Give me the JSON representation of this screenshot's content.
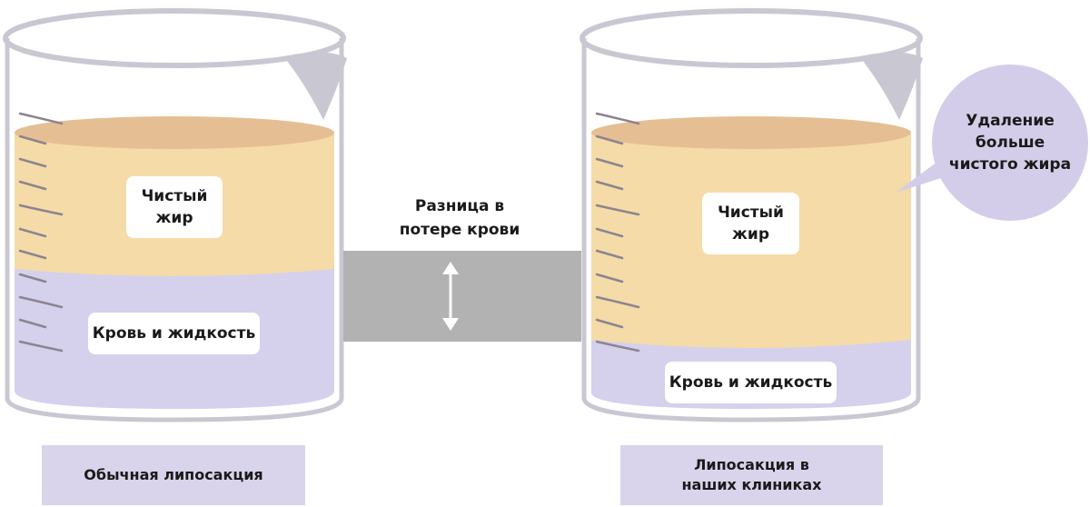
{
  "left_beaker": {
    "fat_label": [
      "Чистый",
      "жир"
    ],
    "blood_label": "Кровь и жидкость"
  },
  "right_beaker": {
    "fat_label": [
      "Чистый",
      "жир"
    ],
    "blood_label": "Кровь и жидкость"
  },
  "difference_label": [
    "Разница в",
    "потере крови"
  ],
  "callout": [
    "Удаление",
    "больше",
    "чистого жира"
  ],
  "captions": {
    "left": "Обычная липосакция",
    "right": [
      "Липосакция в",
      "наших клиниках"
    ]
  },
  "colors": {
    "fat": "#f5dba8",
    "fat_top": "#e5bf93",
    "blood": "#d5d0ec",
    "glass": "#c9c8d2",
    "bridge": "#b2b2b2",
    "callout": "#d4cde9"
  }
}
